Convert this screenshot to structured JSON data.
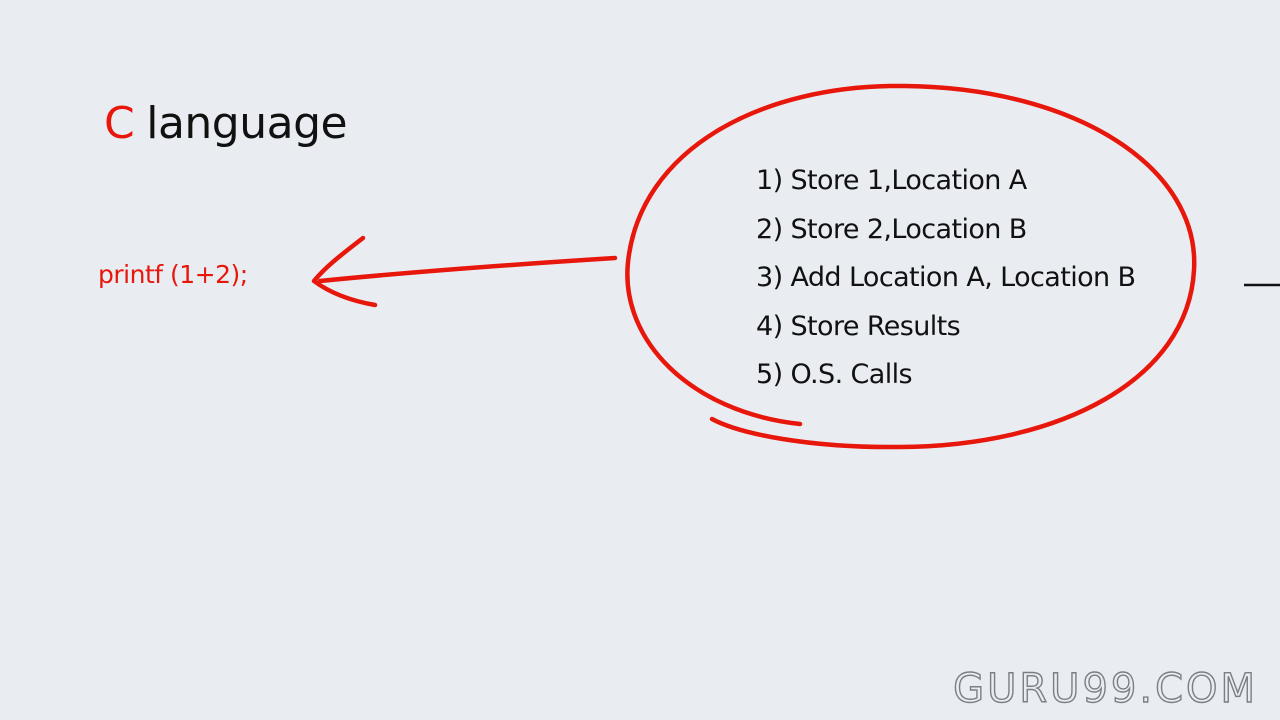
{
  "colors": {
    "accent": "#e8170c",
    "text": "#111111",
    "background": "#e9edf2"
  },
  "title": {
    "c_letter": "C",
    "rest": "language"
  },
  "code_sample": "printf (1+2);",
  "steps": [
    "1) Store 1,Location A",
    "2) Store 2,Location B",
    "3) Add Location A, Location B",
    "4) Store Results",
    "5) O.S. Calls"
  ],
  "watermark": "GURU99.COM"
}
